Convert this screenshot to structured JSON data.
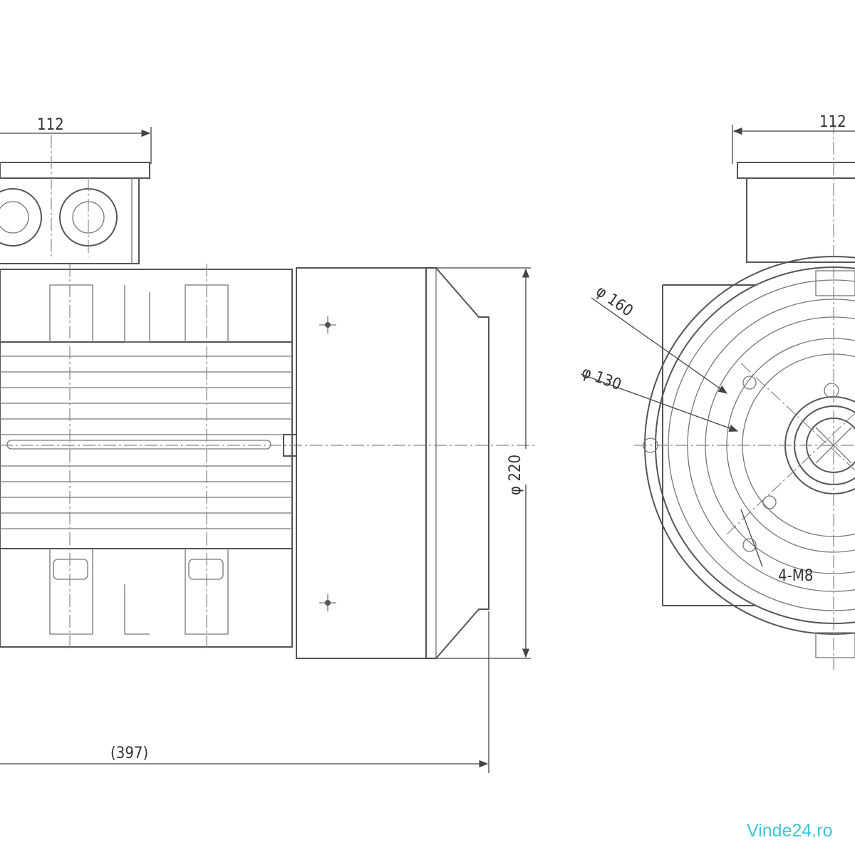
{
  "drawing": {
    "side_view": {
      "terminal_box_width": "112",
      "overall_length": "(397)",
      "fan_cover_diameter": "φ 220"
    },
    "end_view": {
      "terminal_box_width": "112",
      "flange_pcd_outer": "φ 160",
      "spigot_diameter": "φ 130",
      "bolt_holes": "4-M8"
    }
  },
  "watermark": "Vinde24.ro",
  "colors": {
    "line": "#555555",
    "watermark": "#3cc6d6"
  }
}
